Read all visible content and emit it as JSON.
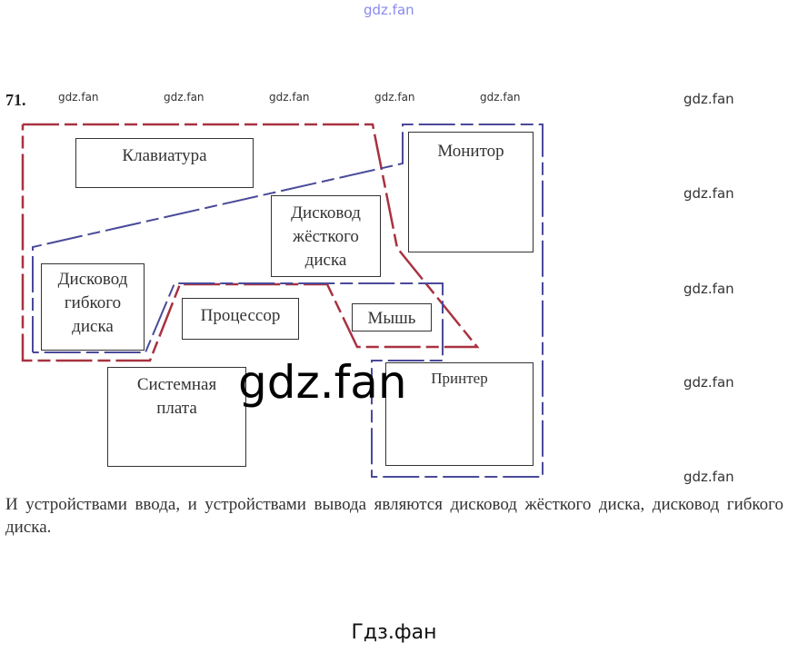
{
  "watermarks": {
    "top": "gdz.fan",
    "row": [
      "gdz.fan",
      "gdz.fan",
      "gdz.fan",
      "gdz.fan",
      "gdz.fan"
    ],
    "right": [
      "gdz.fan",
      "gdz.fan",
      "gdz.fan",
      "gdz.fan",
      "gdz.fan"
    ],
    "center": "gdz.fan"
  },
  "task_number": "71.",
  "devices": {
    "keyboard": "Клавиатура",
    "monitor": "Монитор",
    "hdd": "Дисковод жёсткого диска",
    "fdd": "Дисковод гибкого диска",
    "cpu": "Процессор",
    "mouse": "Мышь",
    "motherboard": "Системная плата",
    "printer": "Принтер"
  },
  "colors": {
    "input_outline": "#a83240",
    "output_outline": "#4a4a9a"
  },
  "answer": "И устройствами ввода, и устройствами вывода являются дисковод жёсткого диска, дисковод гибкого диска.",
  "footer": "Гдз.фан"
}
